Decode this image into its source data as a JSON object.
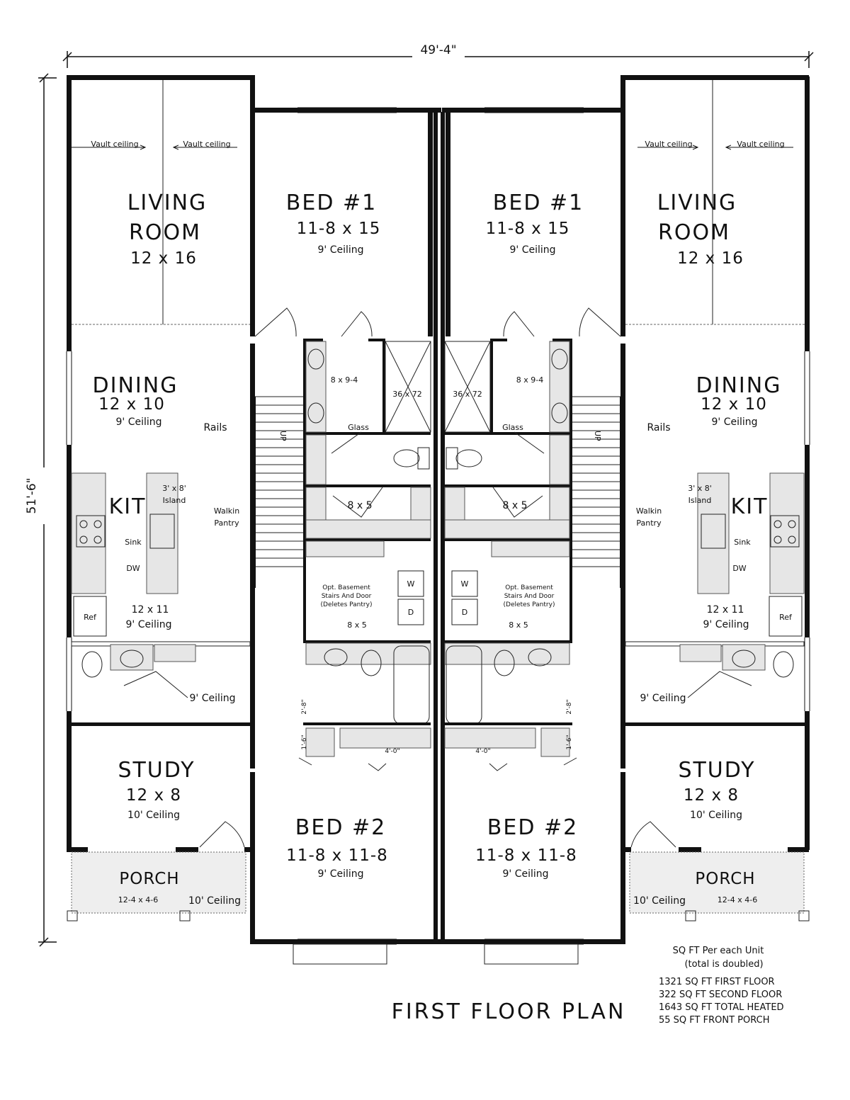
{
  "dimensions": {
    "width_total": "49'-4\"",
    "depth_total": "51'-6\""
  },
  "rooms": {
    "left": {
      "living_title1": "LIVING",
      "living_title2": "ROOM",
      "living_size": "12 x 16",
      "vault1": "Vault ceiling",
      "vault2": "Vault ceiling",
      "bed1_title": "BED #1",
      "bed1_size": "11-8 x 15",
      "bed1_ceiling": "9' Ceiling",
      "dining_title": "DINING",
      "dining_size": "12 x 10",
      "dining_ceiling": "9' Ceiling",
      "rails": "Rails",
      "up": "UP",
      "bath_size": "8 x 9-4",
      "shower": "36 x 72",
      "glass": "Glass",
      "closet": "8 x 5",
      "kit": "KIT",
      "island": "3' x 8'",
      "island2": "Island",
      "sink": "Sink",
      "dw": "DW",
      "ref": "Ref",
      "kit_size": "12 x 11",
      "kit_ceiling": "9' Ceiling",
      "pantry": "Walkin",
      "pantry2": "Pantry",
      "opt1": "Opt. Basement",
      "opt2": "Stairs And Door",
      "opt3": "(Deletes Pantry)",
      "w": "W",
      "d": "D",
      "laundry": "8 x 5",
      "half_ceiling": "9' Ceiling",
      "door_28": "2'-8\"",
      "door_16": "1'-6\"",
      "closet_40": "4'-0\"",
      "study_title": "STUDY",
      "study_size": "12 x 8",
      "study_ceiling": "10' Ceiling",
      "porch_title": "PORCH",
      "porch_size": "12-4 x 4-6",
      "porch_ceiling": "10' Ceiling",
      "bed2_title": "BED #2",
      "bed2_size": "11-8 x 11-8",
      "bed2_ceiling": "9' Ceiling"
    },
    "right": {
      "living_title1": "LIVING",
      "living_title2": "ROOM",
      "living_size": "12 x 16",
      "vault1": "Vault ceiling",
      "vault2": "Vault ceiling",
      "bed1_title": "BED #1",
      "bed1_size": "11-8 x 15",
      "bed1_ceiling": "9' Ceiling",
      "dining_title": "DINING",
      "dining_size": "12 x 10",
      "dining_ceiling": "9' Ceiling",
      "rails": "Rails",
      "up": "UP",
      "bath_size": "8 x 9-4",
      "shower": "36 x 72",
      "glass": "Glass",
      "closet": "8 x 5",
      "kit": "KIT",
      "island": "3' x 8'",
      "island2": "Island",
      "sink": "Sink",
      "dw": "DW",
      "ref": "Ref",
      "kit_size": "12 x 11",
      "kit_ceiling": "9' Ceiling",
      "pantry": "Walkin",
      "pantry2": "Pantry",
      "opt1": "Opt. Basement",
      "opt2": "Stairs And Door",
      "opt3": "(Deletes Pantry)",
      "w": "W",
      "d": "D",
      "laundry": "8 x 5",
      "half_ceiling": "9' Ceiling",
      "door_28": "2'-8\"",
      "door_16": "1'-6\"",
      "closet_40": "4'-0\"",
      "study_title": "STUDY",
      "study_size": "12 x 8",
      "study_ceiling": "10' Ceiling",
      "porch_title": "PORCH",
      "porch_size": "12-4 x 4-6",
      "porch_ceiling": "10' Ceiling",
      "bed2_title": "BED #2",
      "bed2_size": "11-8 x 11-8",
      "bed2_ceiling": "9' Ceiling"
    }
  },
  "plan_title": "FIRST FLOOR PLAN",
  "notes": {
    "header1": "SQ FT Per each Unit",
    "header2": "(total is doubled)",
    "line1": "1321 SQ FT FIRST FLOOR",
    "line2": "322 SQ FT SECOND FLOOR",
    "line3": "1643 SQ FT TOTAL HEATED",
    "line4": "55 SQ FT FRONT PORCH"
  }
}
